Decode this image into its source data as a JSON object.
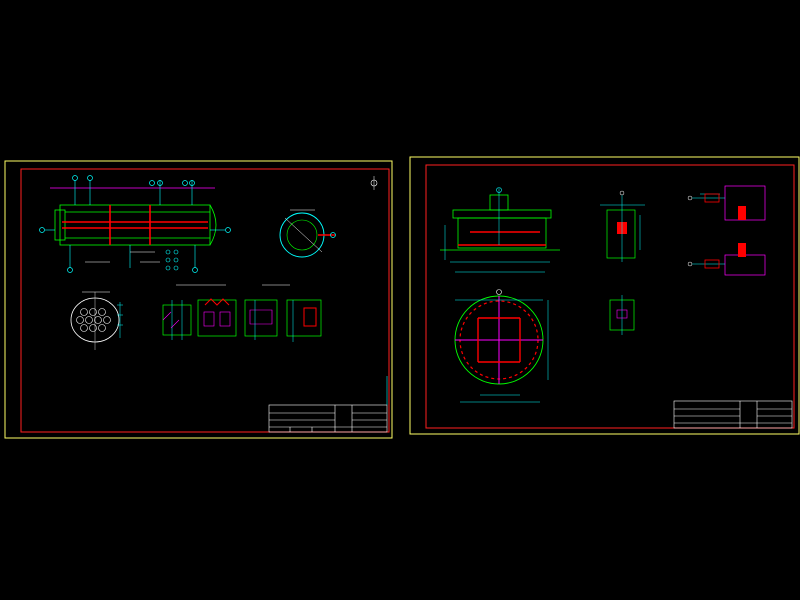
{
  "drawing_viewer": {
    "background_color": "#000000",
    "palette": {
      "sheet_border": "#ffff66",
      "frame": "#ff2020",
      "outline": "#00ff00",
      "dimension": "#00ffff",
      "hatch": "#ff00ff",
      "annotation": "#ffffff",
      "shell": "#ff0000"
    }
  },
  "sheets": [
    {
      "id": "sheet-1",
      "title_block_text": "",
      "views": [
        "shell-elevation",
        "end-view-circle",
        "tubesheet-layout",
        "section-details"
      ]
    },
    {
      "id": "sheet-2",
      "title_block_text": "",
      "views": [
        "shell-side-view",
        "flange-plan-circle",
        "weld-detail-top",
        "weld-detail-bottom",
        "nozzle-detail-upper",
        "nozzle-detail-lower"
      ]
    }
  ]
}
